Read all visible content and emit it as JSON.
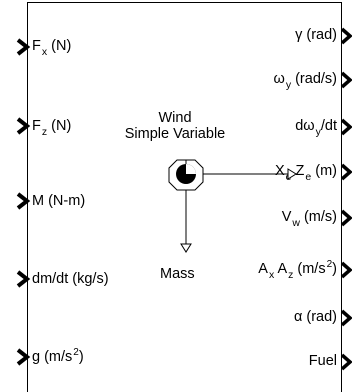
{
  "block": {
    "title_line1": "Wind",
    "title_line2": "Simple Variable",
    "mass_label": "Mass"
  },
  "inputs": [
    {
      "main": "F",
      "sub": "x",
      "tail": " (N)"
    },
    {
      "main": "F",
      "sub": "z",
      "tail": " (N)"
    },
    {
      "main": "M (N-m)"
    },
    {
      "main": "dm/dt (kg/s)"
    },
    {
      "main": "g (m/s",
      "sup": "2",
      "tail": ")"
    }
  ],
  "outputs": [
    {
      "main": "γ (rad)"
    },
    {
      "main": "ω",
      "sub": "y",
      "tail": " (rad/s)"
    },
    {
      "main": "dω",
      "sub": "y",
      "tail": "/dt"
    },
    {
      "pre": "X",
      "sub": "e",
      "main": " Z",
      "sub2": "e",
      "tail": " (m)"
    },
    {
      "main": "V",
      "sub": "w",
      "tail": " (m/s)"
    },
    {
      "main": "A",
      "sub": "x",
      "mid": " A",
      "sub2": "z",
      "tail": " (m/s",
      "sup": "2",
      "tail2": ")"
    },
    {
      "main": "α (rad)"
    },
    {
      "main": "Fuel"
    }
  ]
}
